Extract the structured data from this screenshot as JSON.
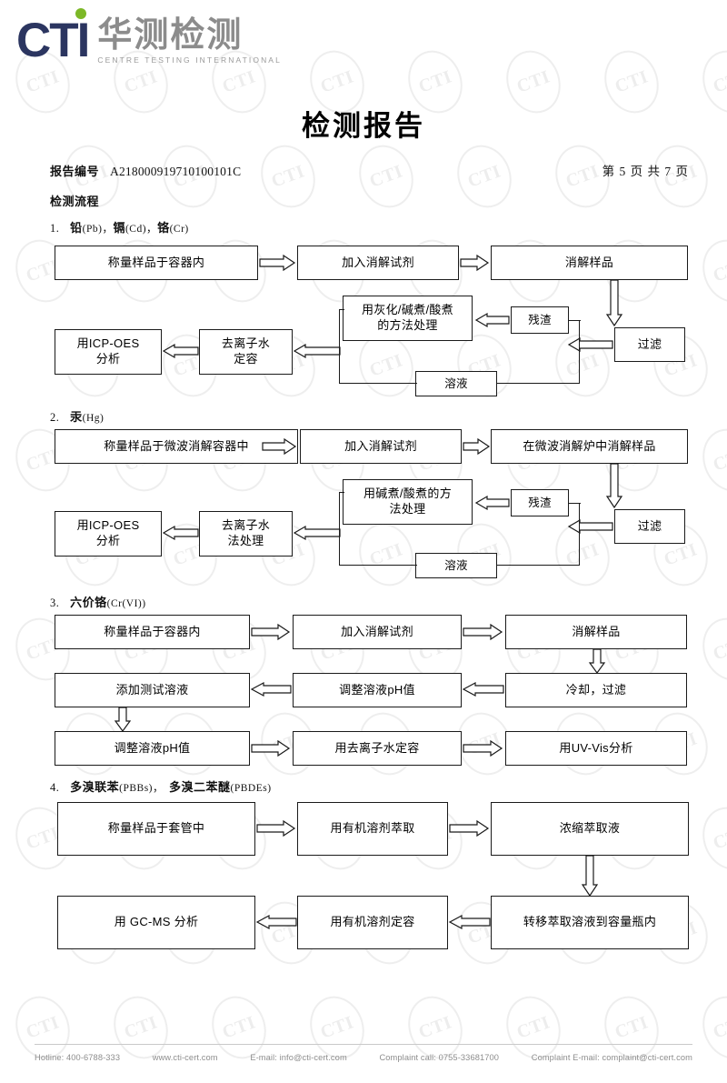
{
  "header": {
    "logo_mark": "CTI",
    "logo_cn": "华测检测",
    "logo_en": "CENTRE TESTING INTERNATIONAL",
    "brand_navy": "#2b3560",
    "brand_green": "#7cb827",
    "brand_gray": "#8c8c8c"
  },
  "title": "检测报告",
  "meta": {
    "report_no_label": "报告编号",
    "report_no_value": "A218000919710100101C",
    "page_info": "第 5 页  共 7 页"
  },
  "section_title": "检测流程",
  "watermark_text": "CTI",
  "sections": [
    {
      "index": "1.",
      "name": "铅",
      "sub": "(Pb)，",
      "name2": "镉",
      "sub2": "(Cd)，",
      "name3": "铬",
      "sub3": "(Cr)",
      "heading_full": "1.  铅(Pb)，镉(Cd)，铬(Cr)",
      "boxes": [
        "称量样品于容器内",
        "加入消解试剂",
        "消解样品",
        "用灰化/碱煮/酸煮\n的方法处理",
        "残渣",
        "过滤",
        "用ICP-OES\n分析",
        "去离子水\n定容",
        "溶液"
      ]
    },
    {
      "index": "2.",
      "name": "汞",
      "sub": "(Hg)",
      "heading_full": "2.  汞(Hg)",
      "boxes": [
        "称量样品于微波消解容器中",
        "加入消解试剂",
        "在微波消解炉中消解样品",
        "用碱煮/酸煮的方\n法处理",
        "残渣",
        "过滤",
        "用ICP-OES\n分析",
        "去离子水\n法处理",
        "溶液"
      ]
    },
    {
      "index": "3.",
      "name": "六价铬",
      "sub": "(Cr(VI))",
      "heading_full": "3.  六价铬(Cr(VI))",
      "boxes": [
        "称量样品于容器内",
        "加入消解试剂",
        "消解样品",
        "添加测试溶液",
        "调整溶液pH值",
        "冷却，过滤",
        "调整溶液pH值",
        "用去离子水定容",
        "用UV-Vis分析"
      ]
    },
    {
      "index": "4.",
      "name": "多溴联苯",
      "sub": "(PBBs)，",
      "name2": "多溴二苯醚",
      "sub2": "(PBDEs)",
      "heading_full": "4.  多溴联苯(PBBs)，多溴二苯醚(PBDEs)",
      "boxes": [
        "称量样品于套管中",
        "用有机溶剂萃取",
        "浓缩萃取液",
        "用 GC-MS 分析",
        "用有机溶剂定容",
        "转移萃取溶液到容量瓶内"
      ]
    }
  ],
  "footer": {
    "hotline": "Hotline: 400-6788-333",
    "website": "www.cti-cert.com",
    "email": "E-mail: info@cti-cert.com",
    "complaint_call": "Complaint call: 0755-33681700",
    "complaint_email": "Complaint E-mail: complaint@cti-cert.com"
  }
}
